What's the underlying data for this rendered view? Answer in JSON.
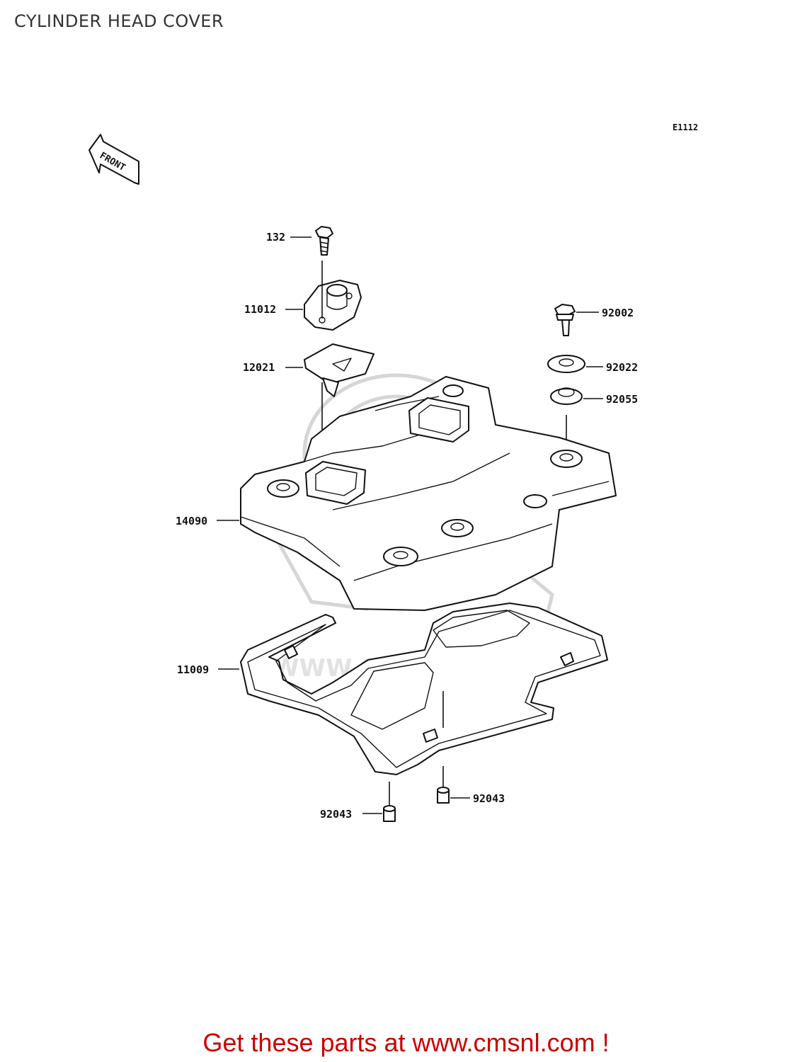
{
  "header": {
    "title": "CYLINDER HEAD COVER"
  },
  "diagram": {
    "code": "E1112",
    "front_label": "FRONT",
    "watermark": "WWW.CMSNL.COM",
    "parts": [
      {
        "number": "132"
      },
      {
        "number": "11012"
      },
      {
        "number": "12021"
      },
      {
        "number": "92002"
      },
      {
        "number": "92022"
      },
      {
        "number": "92055"
      },
      {
        "number": "14090"
      },
      {
        "number": "11009"
      },
      {
        "number": "92043"
      },
      {
        "number": "92043"
      }
    ]
  },
  "footer": {
    "text": "Get these parts at www.cmsnl.com !",
    "color": "#cc0000"
  }
}
